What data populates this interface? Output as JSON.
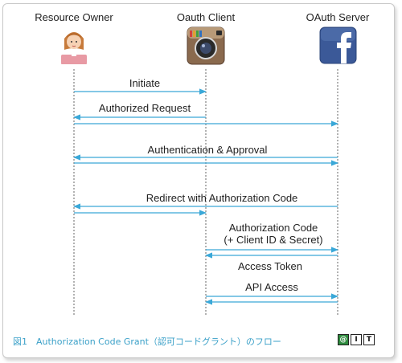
{
  "actors": {
    "owner": "Resource Owner",
    "client": "Oauth Client",
    "server": "OAuth Server"
  },
  "icons": {
    "owner": "woman-avatar-icon",
    "client": "instagram-camera-icon",
    "server": "facebook-icon"
  },
  "messages": {
    "initiate": "Initiate",
    "authorized_request": "Authorized Request",
    "authentication": "Authentication & Approval",
    "redirect": "Redirect with Authorization Code",
    "auth_code_line1": "Authorization Code",
    "auth_code_line2": "(+ Client ID & Secret)",
    "access_token": "Access Token",
    "api_access": "API Access"
  },
  "caption": "図1　Authorization Code Grant（認可コードグラント）のフロー",
  "logo_letters": [
    "@",
    "I",
    "T"
  ],
  "colors": {
    "arrow": "#3aa8d8",
    "caption": "#3aa0c8",
    "facebook": "#3b5998"
  }
}
